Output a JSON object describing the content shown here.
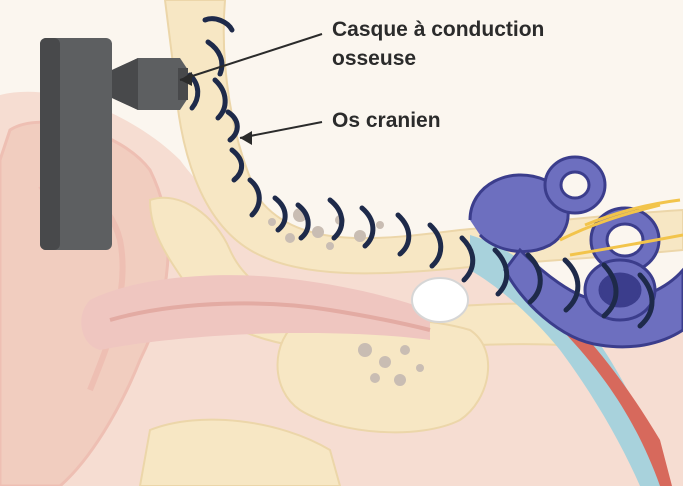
{
  "labels": {
    "headset_line1": "Casque à conduction",
    "headset_line2": "osseuse",
    "skull_bone": "Os cranien"
  },
  "colors": {
    "background": "#fbf6ef",
    "skin": "#f6ddd2",
    "skin_dark": "#eebfb3",
    "bone": "#f7e7c4",
    "bone_outline": "#ecd6a9",
    "canal_pink": "#efc6c0",
    "headset": "#5d5f61",
    "headset_dark": "#48494b",
    "wave": "#1e2a4a",
    "cochlea": "#6d6fbf",
    "cochlea_dark": "#3b3d8c",
    "nerve_blue": "#a8d2dc",
    "artery": "#d7695c",
    "text": "#2b2b2b"
  },
  "icons": [
    "bone-conduction-headset-icon",
    "sound-wave-icon",
    "cochlea-icon"
  ]
}
